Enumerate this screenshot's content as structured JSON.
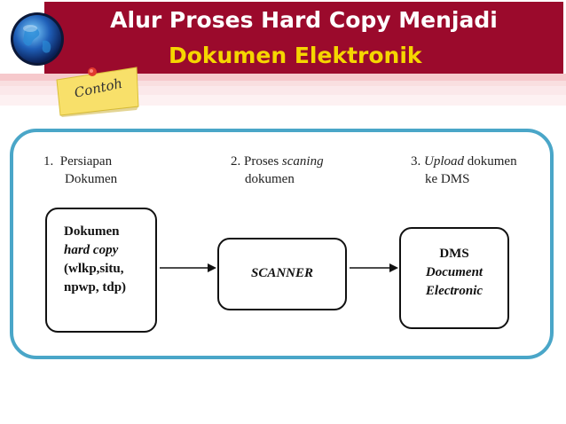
{
  "title": {
    "line1": "Alur Proses Hard Copy Menjadi",
    "line2": "Dokumen Elektronik"
  },
  "note_label": "Contoh",
  "icons": {
    "globe": "globe-icon",
    "sticky_note": "sticky-note-icon"
  },
  "colors": {
    "title_bg": "#9b0a2c",
    "title_text": "#ffffff",
    "subtitle_text": "#f5d600",
    "frame_border": "#4aa6c8"
  },
  "steps": [
    {
      "number": "1.",
      "line1": "Persiapan",
      "line2": "Dokumen"
    },
    {
      "number": "2.",
      "line1_plain": "Proses",
      "line1_italic": "scaning",
      "line2": "dokumen"
    },
    {
      "number": "3.",
      "line1_italic": "Upload",
      "line1_plain": "dokumen",
      "line2": "ke DMS"
    }
  ],
  "boxes": {
    "input": {
      "line1": "Dokumen",
      "line2": "hard copy",
      "line3": "(wlkp,situ,",
      "line4": "npwp, tdp)"
    },
    "scanner": {
      "line1": "SCANNER"
    },
    "dms": {
      "line1": "DMS",
      "line2": "Document",
      "line3": "Electronic"
    }
  }
}
